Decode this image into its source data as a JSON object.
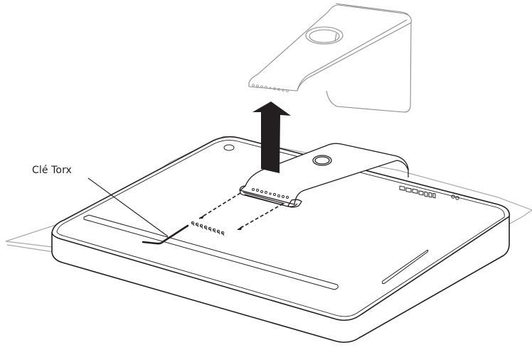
{
  "figure": {
    "description": "Illustration: removing the stand from an iMac laid face down on a cloth, with a Torx key and screws",
    "callouts": [
      {
        "id": "torx-key",
        "label": "Clé Torx"
      }
    ],
    "arrow": {
      "direction": "up",
      "meaning": "lift stand off"
    },
    "screw_count": 8,
    "colors": {
      "line": "#231f20",
      "cloth": "#a7a9ac",
      "stand": "#8a8c8e",
      "background": "#ffffff"
    }
  }
}
